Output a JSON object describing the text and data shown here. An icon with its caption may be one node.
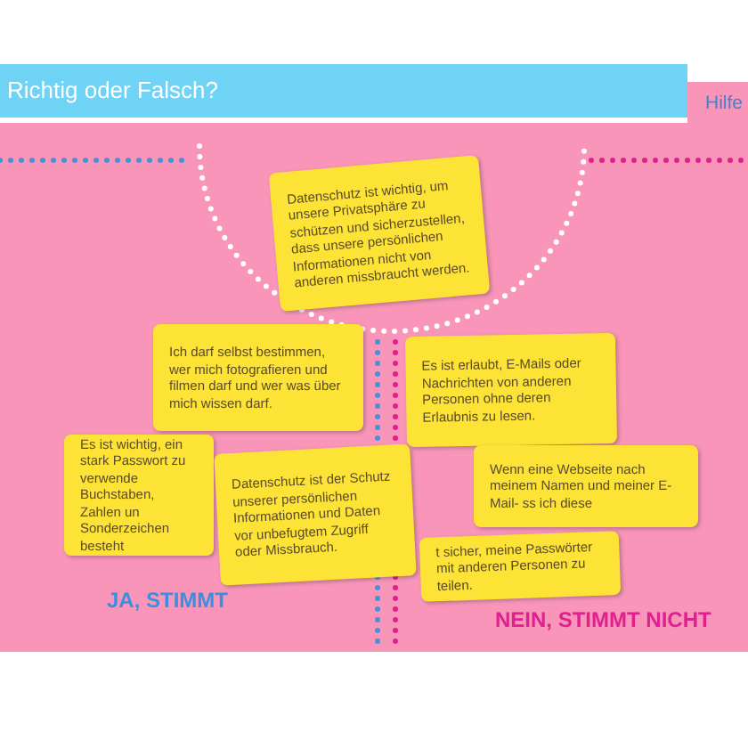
{
  "diagram": {
    "title": "Richtig oder Falsch?",
    "nodes": [
      {
        "text": [
          "Datenschutz ist wichtig, um unsere Privatsphäre zu schützen und sicherzustellen, dass unsere persönlichen Informationen nicht von anderen missbraucht werden."
        ]
      },
      {
        "text": [
          "Ich darf selbst bestimmen, wer mich fotografieren und filmen darf und wer was über mich wissen darf."
        ]
      },
      {
        "text": [
          "Es ist erlaubt, E-Mails oder Nachrichten von anderen Personen ohne deren Erlaubnis zu lesen."
        ]
      },
      {
        "text": [
          "Es ist wichtig, ein stark Passwort zu verwende Buchstaben, Zahlen un Sonderzeichen besteht"
        ]
      },
      {
        "text": [
          "Datenschutz ist der Schutz unserer persönlichen Informationen und Daten vor unbefugtem Zugriff oder Missbrauch."
        ]
      },
      {
        "text": [
          "Wenn eine Webseite nach meinem Namen und meiner E-Mail- ss ich diese"
        ]
      },
      {
        "text": [
          "t sicher, meine Passwörter mit anderen Personen zu teilen."
        ]
      }
    ],
    "labels": [
      "Hilfe",
      "JA, STIMMT",
      "NEIN, STIMMT NICHT"
    ]
  }
}
